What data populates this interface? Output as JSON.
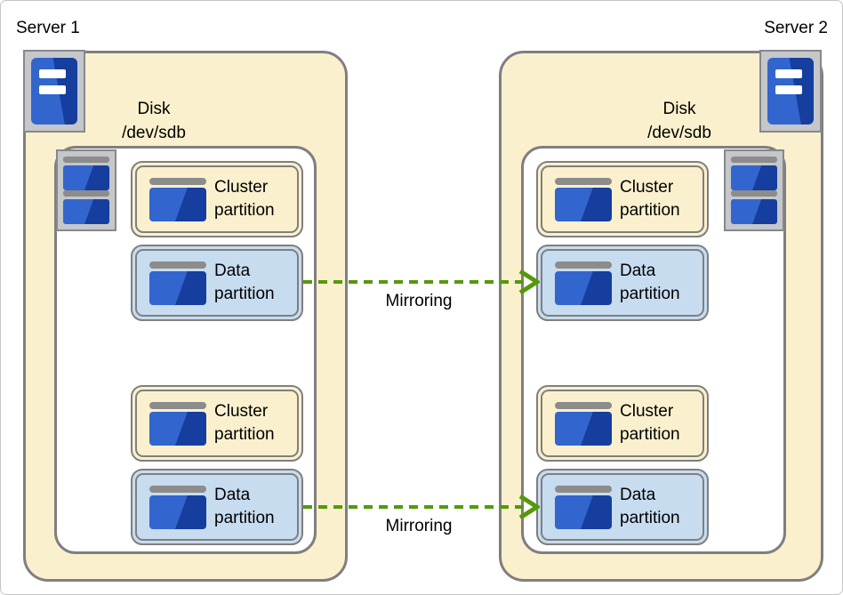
{
  "servers": [
    {
      "name": "Server 1",
      "disk": {
        "title": "Disk",
        "device": "/dev/sdb"
      },
      "partitions": [
        {
          "kind": "cluster",
          "label": "Cluster partition"
        },
        {
          "kind": "data",
          "label": "Data partition"
        },
        {
          "kind": "cluster",
          "label": "Cluster partition"
        },
        {
          "kind": "data",
          "label": "Data partition"
        }
      ]
    },
    {
      "name": "Server 2",
      "disk": {
        "title": "Disk",
        "device": "/dev/sdb"
      },
      "partitions": [
        {
          "kind": "cluster",
          "label": "Cluster partition"
        },
        {
          "kind": "data",
          "label": "Data partition"
        },
        {
          "kind": "cluster",
          "label": "Cluster partition"
        },
        {
          "kind": "data",
          "label": "Data partition"
        }
      ]
    }
  ],
  "mirroring_links": [
    {
      "label": "Mirroring"
    },
    {
      "label": "Mirroring"
    }
  ],
  "icons": {
    "server": "server-tower-icon",
    "disk": "disk-stack-icon",
    "partition": "partition-icon"
  },
  "colors": {
    "server_box_fill": "#FBF0CD",
    "cluster_partition_fill": "#FBF0CD",
    "data_partition_fill": "#C8DCF0",
    "box_border_gray": "#7F7F7F",
    "icon_frame_fill": "#C5C7CA",
    "icon_blue_light": "#3365CF",
    "icon_blue_dark": "#153E9E",
    "icon_bar_gray": "#8C8C8C",
    "mirroring_arrow_green": "#55990A",
    "text_color": "#000000",
    "canvas_border": "#C4C4C4"
  }
}
